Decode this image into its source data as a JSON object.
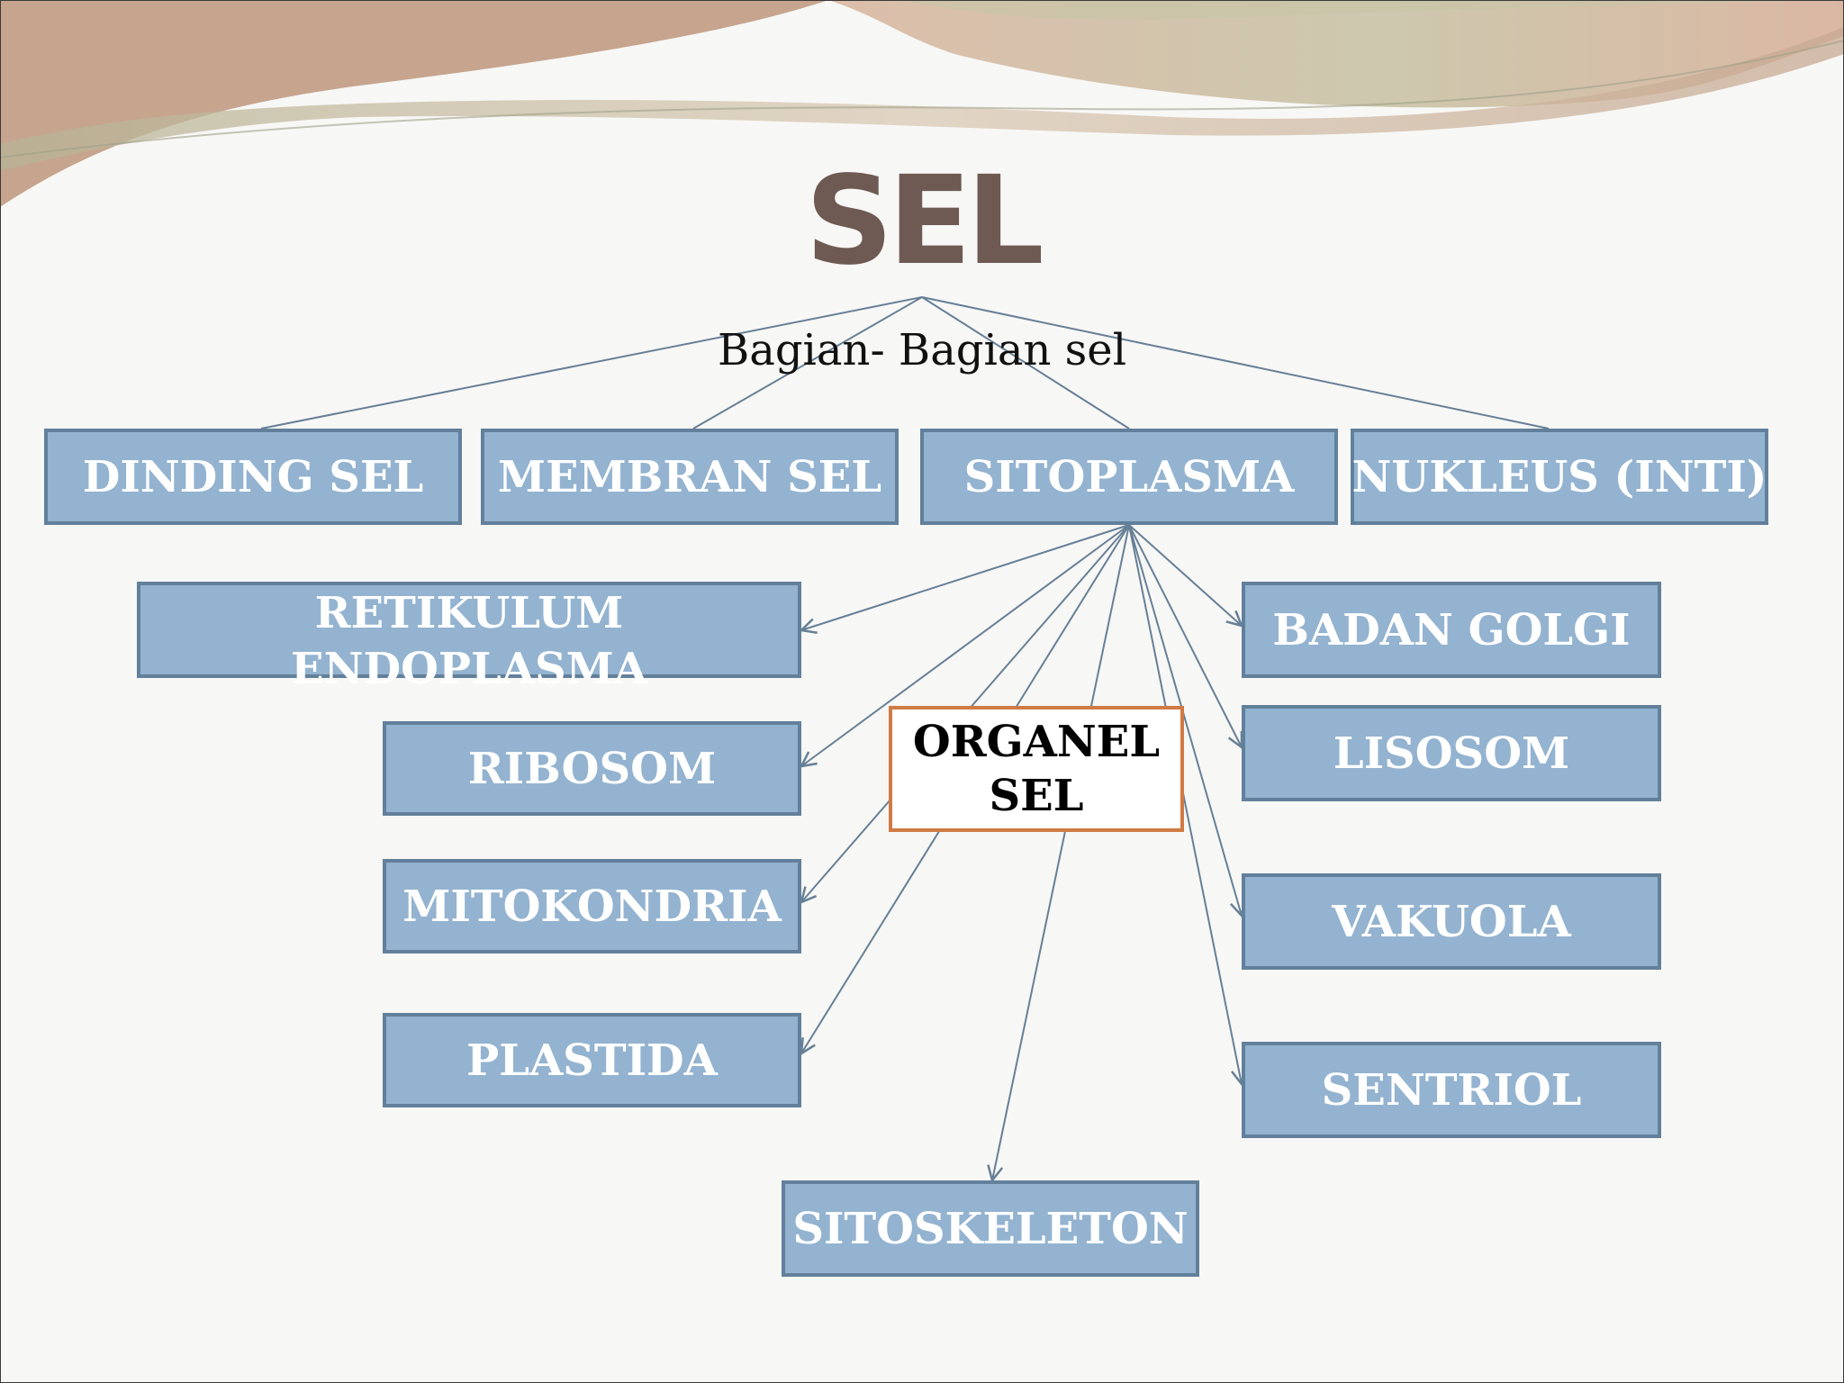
{
  "title": "SEL",
  "subtitle": "Bagian- Bagian sel",
  "parts": {
    "dinding_sel": "DINDING SEL",
    "membran_sel": "MEMBRAN SEL",
    "sitoplasma": "SITOPLASMA",
    "nukleus": "NUKLEUS (INTI)"
  },
  "center_label": "ORGANEL SEL",
  "organelles": {
    "retikulum": "RETIKULUM ENDOPLASMA",
    "ribosom": "RIBOSOM",
    "mitokondria": "MITOKONDRIA",
    "plastida": "PLASTIDA",
    "sitoskeleton": "SITOSKELETON",
    "badan_golgi": "BADAN GOLGI",
    "lisosom": "LISOSOM",
    "vakuola": "VAKUOLA",
    "sentriol": "SENTRIOL"
  },
  "colors": {
    "box_fill": "#93b3d0",
    "box_border": "#62809b",
    "center_border": "#d07b45",
    "title": "#6e5a52",
    "connector": "#667f96"
  }
}
